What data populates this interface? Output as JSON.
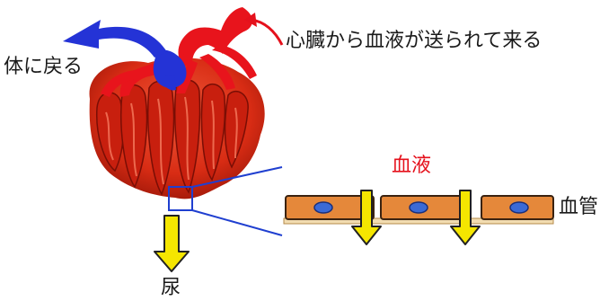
{
  "labels": {
    "return_to_body": "体に戻る",
    "blood_from_heart": "心臓から血液が送られて来る",
    "blood": "血液",
    "blood_vessel": "血管",
    "urine": "尿"
  },
  "colors": {
    "artery_red": "#e8141c",
    "vein_blue": "#2433d6",
    "tissue_dark_red": "#b0160c",
    "arrow_yellow": "#f5e600",
    "cell_orange": "#e5883a",
    "nucleus_blue": "#3b6ad6",
    "zoom_box_blue": "#1f3fd0",
    "label_red": "#e5111c"
  }
}
